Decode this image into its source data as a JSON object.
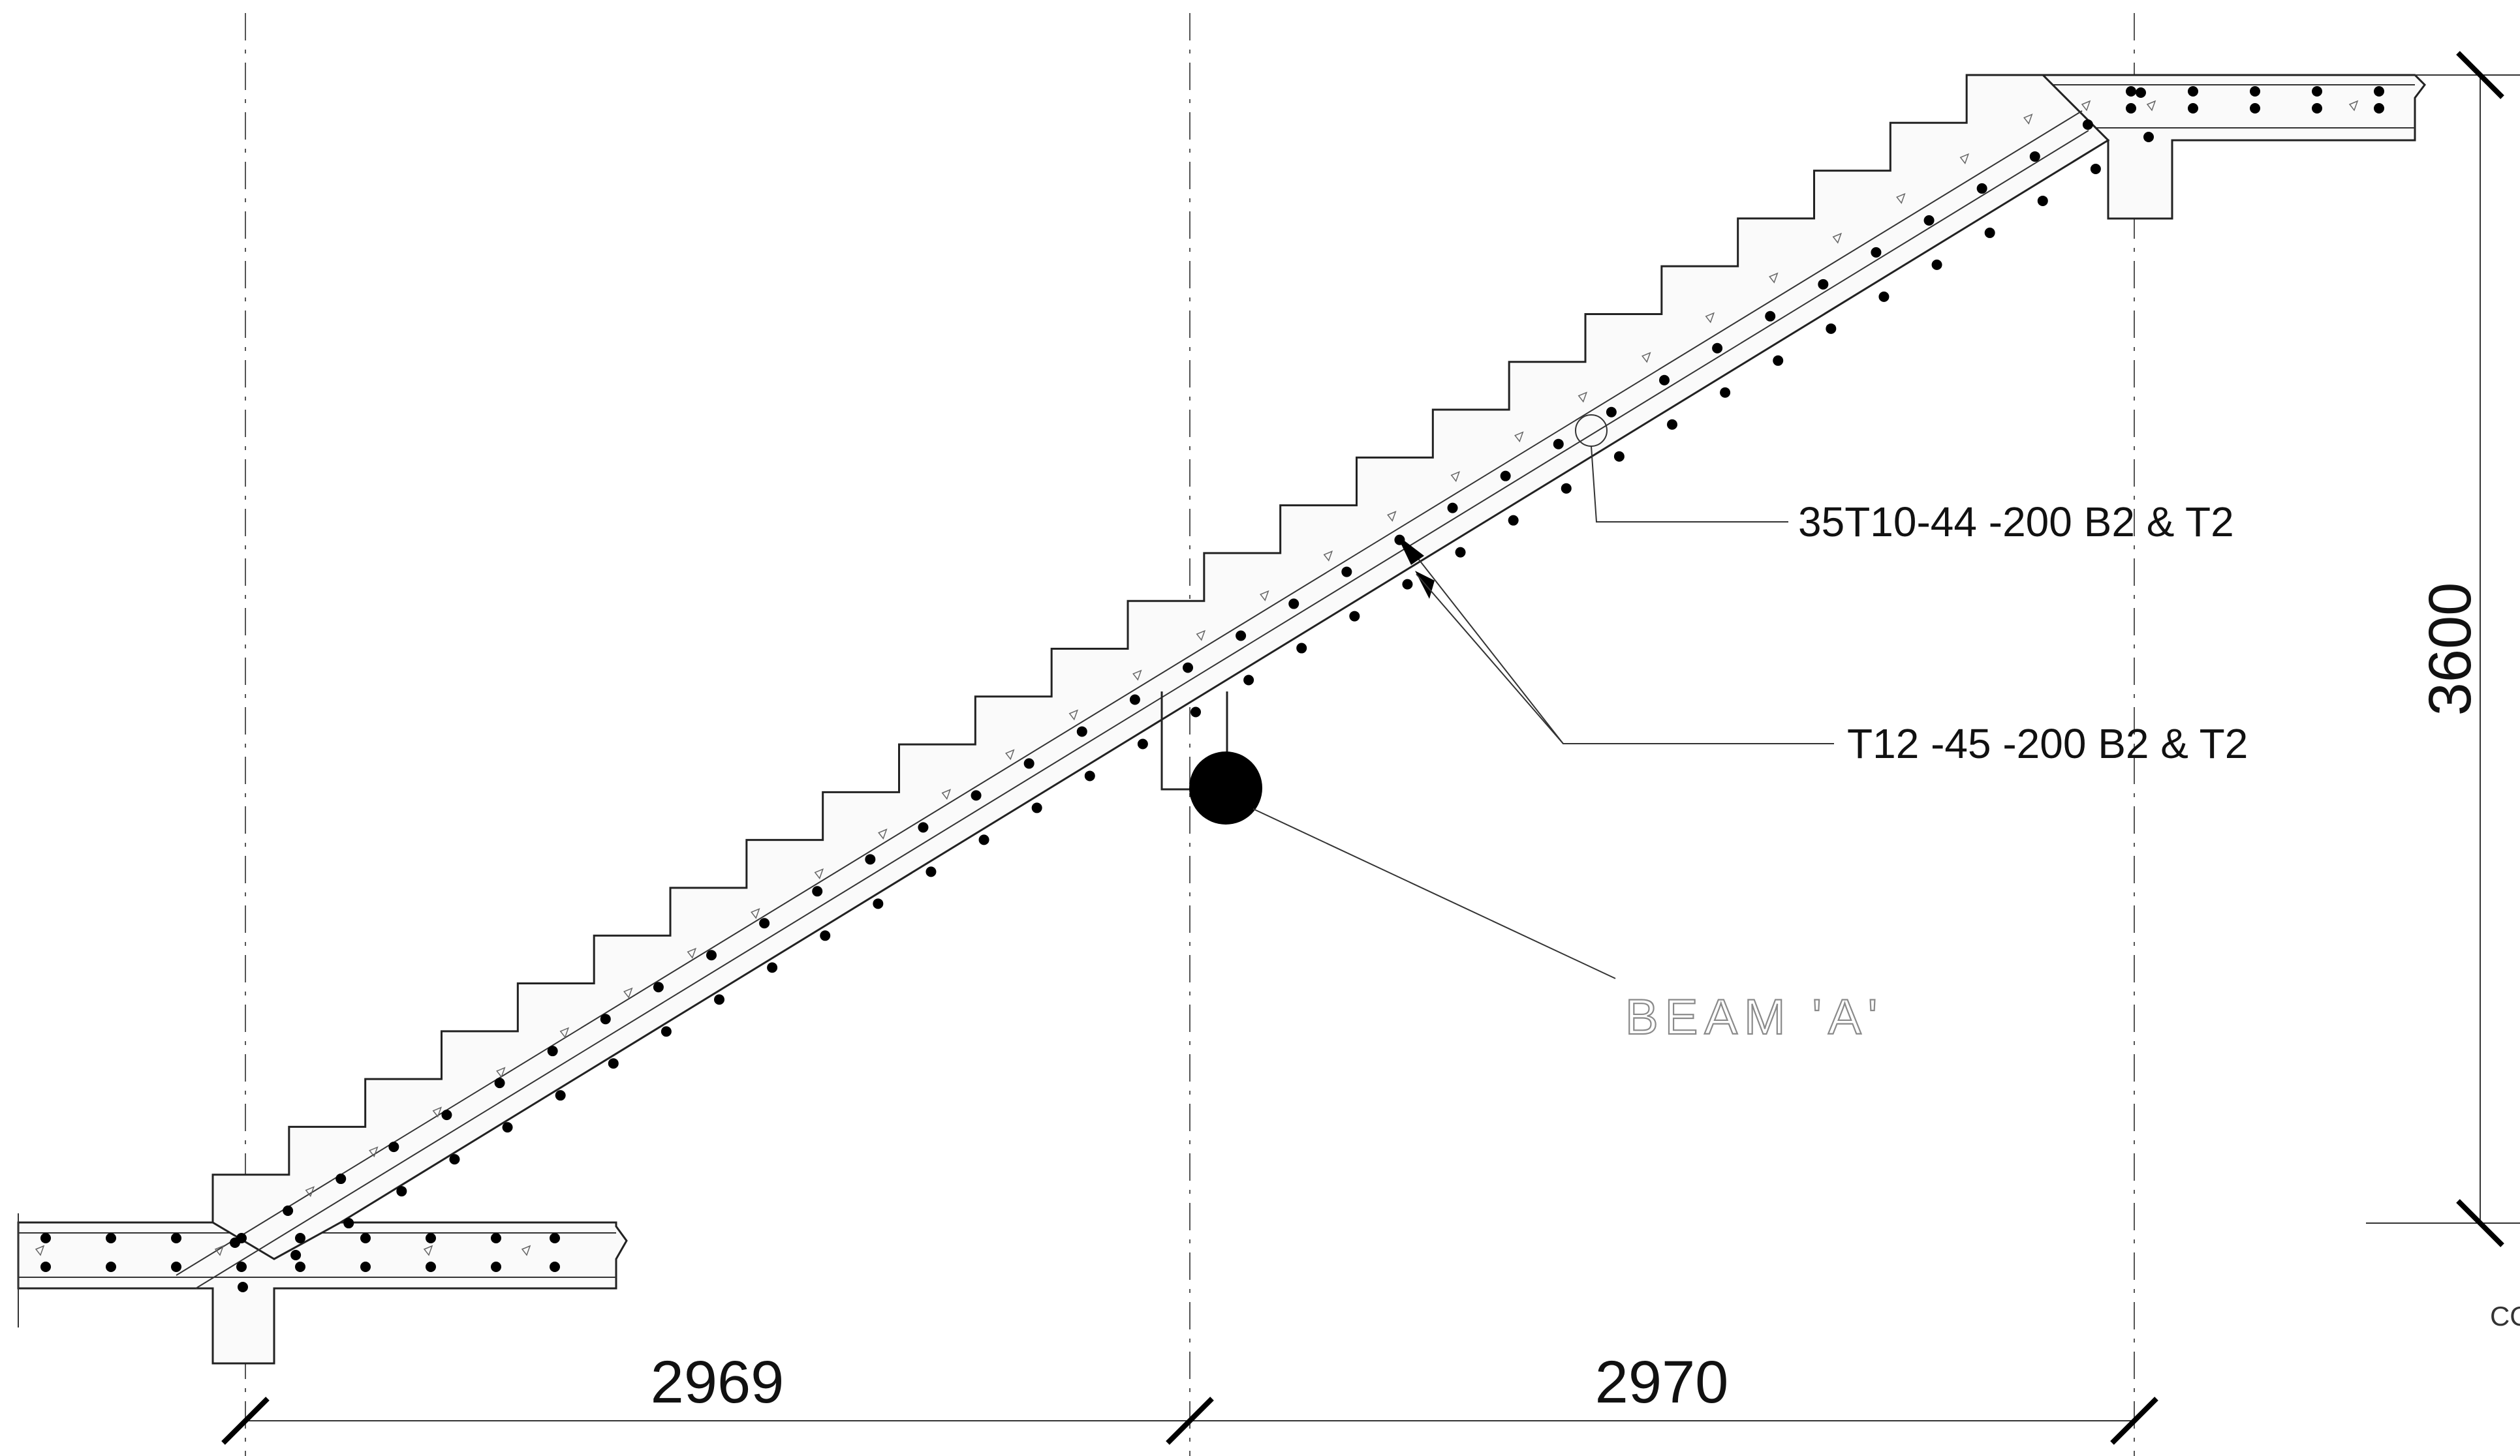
{
  "dimensions": {
    "run_left": "2969",
    "run_right": "2970",
    "rise": "3600"
  },
  "callouts": {
    "reinforcement_1": "35T10-44 -200 B2 & T2",
    "reinforcement_2": "T12 -45 -200 B2 & T2",
    "beam": "BEAM 'A'"
  },
  "edge_text": "CO",
  "colors": {
    "lines": "#222222",
    "rebar": "#000000",
    "beam_label": "#8a8a8a"
  }
}
